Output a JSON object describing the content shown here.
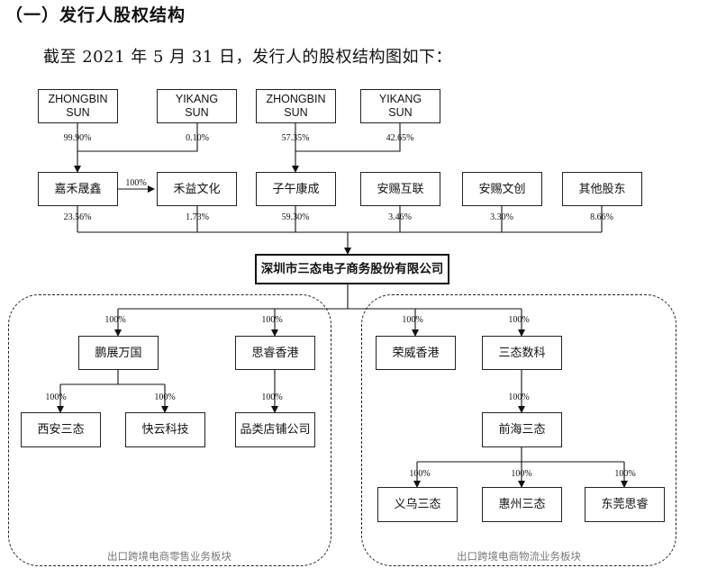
{
  "heading": "（一）发行人股权结构",
  "intro": "截至 2021 年 5 月 31 日，发行人的股权结构图如下：",
  "top_holders": [
    {
      "name": "ZHONGBIN\nSUN",
      "pct": "99.90%"
    },
    {
      "name": "YIKANG\nSUN",
      "pct": "0.10%"
    },
    {
      "name": "ZHONGBIN\nSUN",
      "pct": "57.35%"
    },
    {
      "name": "YIKANG\nSUN",
      "pct": "42.65%"
    }
  ],
  "shareholders": [
    {
      "name": "嘉禾晟鑫",
      "pct": "23.56%"
    },
    {
      "name": "禾益文化",
      "pct": "1.73%"
    },
    {
      "name": "子午康成",
      "pct": "59.30%"
    },
    {
      "name": "安赐互联",
      "pct": "3.46%"
    },
    {
      "name": "安赐文创",
      "pct": "3.30%"
    },
    {
      "name": "其他股东",
      "pct": "8.66%"
    }
  ],
  "cross_pct": "100%",
  "company": "深圳市三态电子商务股份有限公司",
  "left_group": {
    "label": "出口跨境电商零售业务板块",
    "sub1": {
      "name": "鹏展万国",
      "pct": "100%"
    },
    "sub1_children": [
      {
        "name": "西安三态",
        "pct": "100%"
      },
      {
        "name": "快云科技",
        "pct": "100%"
      }
    ],
    "sub2": {
      "name": "思睿香港",
      "pct": "100%"
    },
    "sub2_child": {
      "name": "品类店铺公司",
      "pct": "100%"
    }
  },
  "right_group": {
    "label": "出口跨境电商物流业务板块",
    "sub1": {
      "name": "荣威香港",
      "pct": "100%"
    },
    "sub2": {
      "name": "三态数科",
      "pct": "100%"
    },
    "sub2_child": {
      "name": "前海三态",
      "pct": "100%"
    },
    "grandchildren": [
      {
        "name": "义乌三态",
        "pct": "100%"
      },
      {
        "name": "惠州三态",
        "pct": "100%"
      },
      {
        "name": "东莞思睿",
        "pct": "100%"
      }
    ]
  }
}
